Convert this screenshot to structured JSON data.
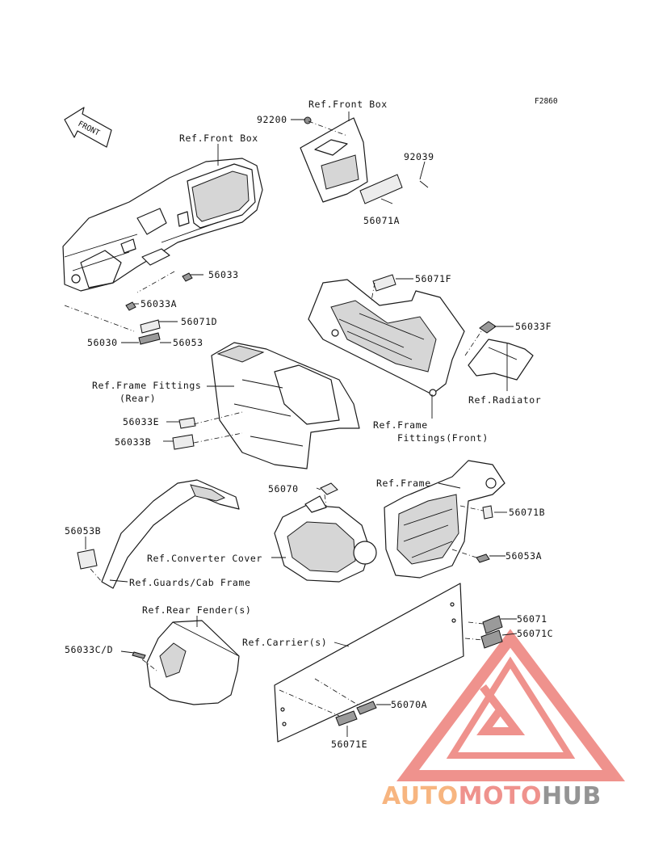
{
  "figure_code": "F2860",
  "front_arrow_label": "FRONT",
  "labels": {
    "ref_front_box_top": "Ref.Front Box",
    "ref_front_box_dash": "Ref.Front Box",
    "p92200": "92200",
    "p92039": "92039",
    "p56071A": "56071A",
    "p56033": "56033",
    "p56033A": "56033A",
    "p56071D": "56071D",
    "p56030": "56030",
    "p56053": "56053",
    "p56071F": "56071F",
    "p56033F": "56033F",
    "ref_radiator": "Ref.Radiator",
    "ref_frame_fittings_rear_1": "Ref.Frame Fittings",
    "ref_frame_fittings_rear_2": "(Rear)",
    "p56033E": "56033E",
    "p56033B": "56033B",
    "ref_frame_fittings_front_1": "Ref.Frame",
    "ref_frame_fittings_front_2": "Fittings(Front)",
    "p56070": "56070",
    "ref_frame": "Ref.Frame",
    "p56071B": "56071B",
    "p56053B": "56053B",
    "ref_converter_cover": "Ref.Converter Cover",
    "p56053A": "56053A",
    "ref_guards_cab_frame": "Ref.Guards/Cab Frame",
    "ref_rear_fender": "Ref.Rear Fender(s)",
    "p56071": "56071",
    "p56071C": "56071C",
    "ref_carrier": "Ref.Carrier(s)",
    "p56033CD": "56033C/D",
    "p56070A": "56070A",
    "p56071E": "56071E"
  },
  "watermark": {
    "part1": "AUTO",
    "part2": "MOTO",
    "part3": "HUB",
    "color_orange": "#f7b27a",
    "color_red": "#ef8d87",
    "color_gray": "#8f8f8f"
  }
}
